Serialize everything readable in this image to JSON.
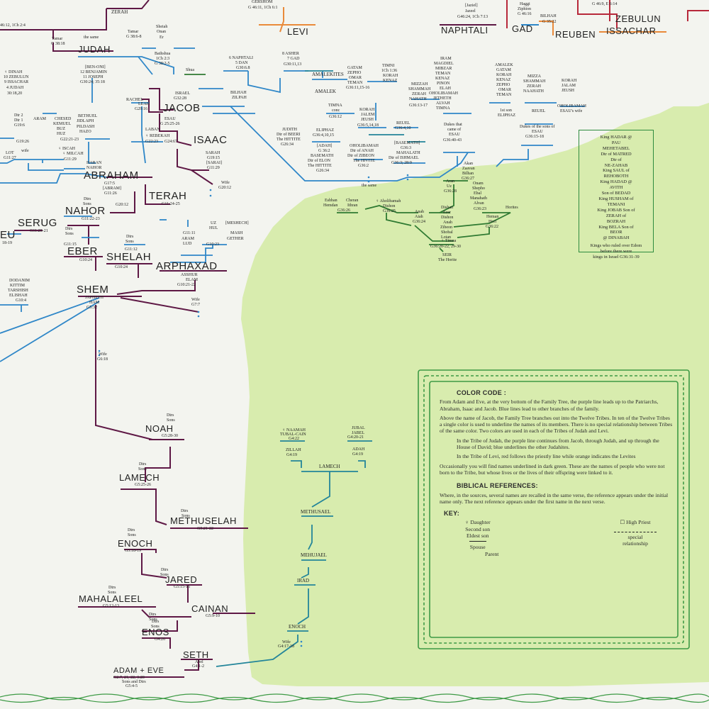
{
  "colors": {
    "background": "#f3f4ef",
    "green_region": "#d8ecae",
    "patriarch_purple": "#5e1845",
    "blue_line": "#2f87c8",
    "teal_line": "#23859a",
    "red_line": "#b7283a",
    "orange_line": "#e98a3a",
    "dark_green": "#2f7a32",
    "border_green": "#3d9a45"
  },
  "tribes_top": {
    "gershom": "GERSHOM",
    "gershom_ref": "G 46:11, 1Ch 6:1",
    "levi": "LEVI",
    "naphtali": "NAPHTALI",
    "naphtali_ref": "G46:24, 1Ch 7:13",
    "jaziel": "[Jaziel]",
    "jazeel": "Jazeel",
    "gad": "GAD",
    "haggi": "Haggi",
    "ziphion": "Ziphion",
    "gad_ref": "G 46:16",
    "bilhah_top": "BILHAH",
    "bilhah_ref": "G 35:22",
    "reuben": "REUBEN",
    "issachar": "ISSACHAR",
    "issachar_ref": "G 46:9, E 6:14",
    "zebulun": "ZEBULUN"
  },
  "judah_area": {
    "zerah": "ZERAH",
    "ref_1ch": "46:12, 1Ch 2:4",
    "tamar": "Tamar",
    "tamar2": "Tamar",
    "tamar_ref": "G 38:18",
    "same": "the same",
    "tamar_ref2": "G 38:6-8",
    "judah": "JUDAH",
    "sheiah": "Sheiah",
    "onan": "Onan",
    "er": "Er",
    "bathshua": "Bathshua",
    "bathshua_ref": "1Ch 2:3",
    "bathshua_ref2": "G 38:2-5",
    "shua": "Shua"
  },
  "sons_of_jacob": {
    "naphtali": "6 NAPHTALI",
    "dan": "5 DAN",
    "dan_ref": "G30:6.8",
    "asher": "8 ASHER",
    "gad": "7 GAD",
    "gad_ref": "G30:11,13",
    "benoni": "[BEN-ONI]",
    "benjamin": "12 BENJAMIN",
    "joseph": "11 JOSEPH",
    "joseph_ref": "G30:24; 35:18",
    "dinah": "♀ DINAH",
    "zebulun": "10 ZEBULUN",
    "issachar": "9 ISSACHAR",
    "judah": "4 JUDAH",
    "ref": "30:18,20"
  },
  "jacob_area": {
    "rachel": "RACHEL",
    "leah": "LEAH",
    "rachel_ref": "G29:16",
    "jacob": "JACOB",
    "israel": "ISRAEL",
    "israel_ref": "G32:28",
    "bilhah": "BILHAH",
    "zilpah": "ZILPAH",
    "esau": "ESAU",
    "esau_ref": "G 25:25-26",
    "laban": "LABAN",
    "rebekah": "♀ REBEKAH",
    "rebekah_ref": "G22:23",
    "rebekah_ref2": "G24:67",
    "isaac": "ISAAC",
    "sarah": "SARAH",
    "sarah_ref": "G19:15",
    "sarai": "[SARAI]",
    "sarai_ref": "G11:29",
    "judith": "JUDITH",
    "judith2": "Dtr of BEERI",
    "judith3": "The HITTITE",
    "judith_ref": "G26:34"
  },
  "nahor_sons": {
    "dtr2": "Dtr 2",
    "dtr1": "Dtr 1",
    "ref": "G19:6",
    "aram": "ARAM",
    "chesed": "CHESED",
    "kemuel": "KEMUEL",
    "buz": "BUZ",
    "huz": "HUZ",
    "bethuel": "BETHUEL",
    "jidlaph": "JIDLAPH",
    "pildash": "PILDASH",
    "hazo": "HAZO",
    "ref2": "G22:21-23",
    "g1926": "G19:26",
    "wife": "wife",
    "iscah": "♀ ISCAH",
    "milcah": "♀ MILCAH",
    "milcah_ref": "G11:29",
    "lot": "LOT",
    "lot_ref": "G11:27"
  },
  "abraham_area": {
    "haran": "HARAN",
    "nahor_small": "NAHOR",
    "abraham": "ABRAHAM",
    "abraham_ref": "G17:5",
    "abram": "[ABRAM]",
    "abram_ref": "G11:26",
    "wife": "Wife",
    "wife_ref": "G20:12",
    "terah": "TERAH",
    "terah_ref": "G11:24-25",
    "dtrs": "Dtrs",
    "sons": "Sons",
    "nahor": "NAHOR",
    "nahor_ref": "G20:12",
    "nahor_ref2": "G11:22-23",
    "serug": "SERUG",
    "serug_ref": "G11:20-21",
    "eu": "EU",
    "eu_ref": "18-19",
    "dtrs2": "Dtrs",
    "sons2": "Sons",
    "ref3": "G11:15",
    "dtrs3": "Dtrs",
    "sons3": "Sons",
    "ref4": "G11:12",
    "uz": "UZ",
    "hul": "HUL",
    "gether": "GETHER",
    "mash": "MASH",
    "meshech": "[MESHECH]",
    "lud": "LUD",
    "aram": "ARAM",
    "ref5": "G11:11",
    "ref6": "G10:23"
  },
  "shem_area": {
    "eber": "EBER",
    "eber_ref": "G10:24",
    "shelah": "SHELAH",
    "shelah_ref": "G10:24",
    "arphaxad": "ARPHAXAD",
    "asshur": "ASSHUR",
    "elam": "ELAM",
    "ref": "G10:21-22",
    "dodanim": "DODANIM",
    "kittim": "KITTIM",
    "tarshish": "TARSHISH",
    "elishah": "ELISHAH",
    "ref2": "G10:4",
    "shem": "SHEM",
    "japheth": "JAPHETH",
    "ham": "HAM",
    "shem_ref": "G5:32",
    "wife": "Wife",
    "wife_ref": "G7:7",
    "wife2": "Wife",
    "wife2_ref": "G6:18"
  },
  "adam_line": [
    {
      "name": "NOAH",
      "ref": "G5:28-30",
      "dtrs": "Dtrs",
      "sons": "Sons"
    },
    {
      "name": "LAMECH",
      "ref": "G5:25-26",
      "dtrs": "Dtrs",
      "sons": "Sons"
    },
    {
      "name": "METHUSELAH",
      "ref": "G5:21-22",
      "dtrs": "Dtrs",
      "sons": "Sons"
    },
    {
      "name": "ENOCH",
      "ref": "G5:18-19",
      "dtrs": "Dtrs",
      "sons": "Sons"
    },
    {
      "name": "JARED",
      "ref": "G5:15-16",
      "dtrs": "Dtrs",
      "sons": "Sons"
    },
    {
      "name": "MAHALALEEL",
      "ref": "G5:12-13",
      "dtrs": "Dtrs",
      "sons": "Sons"
    },
    {
      "name": "CAINAN",
      "ref": "G5:9-10",
      "dtrs": "Dtrs",
      "sons": "Sons"
    },
    {
      "name": "ENOS",
      "ref": "G4:26",
      "dtrs": "Dtrs",
      "sons": "Sons"
    },
    {
      "name": "SETH",
      "ref": "G4:1-2",
      "dtrs": "Abel",
      "sons": ""
    },
    {
      "name": "ADAM + EVE",
      "ref": "G2:7, 21, 22; 3:20",
      "dtrs": "",
      "sons": ""
    }
  ],
  "adam_extra": {
    "line1": "Sons and Dtrs",
    "line2": "G5:4-5"
  },
  "cain_line": {
    "naamah": "♀ NAAMAH",
    "tubalcain": "TUBAL-CAIN",
    "ref1": "G4:22",
    "jubal": "JUBAL",
    "jabel": "JABEL",
    "ref2": "G4:20-21",
    "zillah": "ZILLAH",
    "zillah_ref": "G4:19",
    "adah": "ADAH",
    "adah_ref": "G4:19",
    "lamech": "LAMECH",
    "methusael": "METHUSAEL",
    "mehujael": "MEHUJAEL",
    "irad": "IRAD",
    "enoch": "ENOCH",
    "wife": "Wife",
    "wife_ref": "G4:17-18"
  },
  "esau_area": {
    "amalekites": "AMALEKITES",
    "amalek": "AMALEK",
    "gatam": "GATAM",
    "zepho": "ZEPHO",
    "omar": "OMAR",
    "teman": "TEMAN",
    "timni": "TIMNI",
    "ich": "1Ch 1:36",
    "korah": "KORAH",
    "kenaz": "KENAZ",
    "ref1": "G36:11,15-16",
    "mizzah": "MIZZAH",
    "shammah": "SHAMMAH",
    "zerah": "ZERAH",
    "nahath": "NAHATH",
    "ref2": "G36:13-17",
    "timna": "TIMNA",
    "conc": "conc",
    "ref3": "G36:12",
    "korah2": "KORAH",
    "jalem": "JALEM",
    "jeush": "JEUSH",
    "ref4": "G36:5,14,18",
    "reuel": "REUEL",
    "reuel_ref": "G36:4,10",
    "eliphaz": "ELIPHAZ",
    "eliphaz_ref": "G36:4,10,15",
    "adah": "[ADAH]",
    "adah_ref": "G 36:2",
    "basemath": "BASEMATH",
    "dtr_elon": "Dtr of ELON",
    "hittite": "The HITTITE",
    "ref5": "G26:34",
    "oholibamah": "OHOLIBAMAH",
    "dtr_anah": "Dtr of ANAH",
    "dtr_zibeon": "Dtr of ZIBEON",
    "hivite": "The HIVITE",
    "ref6": "G36:2",
    "basemath2": "[BASEMATH]",
    "ref7": "G36:3",
    "mahalath": "MAHALATH",
    "dtr_ishmael": "Dtr of ISHMAEL",
    "ref8": "G36:3; 28:9",
    "same": "the same",
    "iram": "IRAM",
    "magdiel": "MAGDIEL",
    "mibzar": "MIBZAR",
    "teman2": "TEMAN",
    "kenaz2": "KENAZ",
    "pinon": "PINON",
    "elah": "ELAH",
    "oholibamah2": "OHOLIBAMAH",
    "jetheth": "JETHETH",
    "alvah": "ALVAH",
    "timna2": "TIMNA",
    "dukes": "Dukes that",
    "came_of": "came of",
    "esau": "ESAU",
    "ref9": "G36:40-43",
    "amalek2": "AMALEK",
    "gatam2": "GATAM",
    "korah3": "KORAH",
    "kenaz3": "KENAZ",
    "zepho2": "ZEPHO",
    "omar2": "OMAR",
    "teman3": "TEMAN",
    "first_son": "1st son",
    "eliphaz2": "ELIPHAZ",
    "mizza": "MIZZA",
    "shammah2": "SHAMMAH",
    "zerah2": "ZERAH",
    "naahath": "NAAHATH",
    "reuel2": "REUEL",
    "korah4": "KORAH",
    "jalam": "JALAM",
    "jeush2": "JEUSH",
    "oholibamah3": "OHOLIBAMAH",
    "esau_wife": "ESAU's wife",
    "dukes_sons": "Dukes of the sons of",
    "esau2": "ESAU",
    "ref10": "G36:15-18"
  },
  "horites": {
    "akan": "Akan",
    "zaavan": "Zaavan",
    "bilhan": "Bilhan",
    "ref1": "G36:27",
    "aran": "Aran",
    "uz": "Uz",
    "ref2": "G36:28",
    "eshban": "Eshban",
    "hemdan": "Hemdan",
    "cheran": "Cheran",
    "ithran": "Ithran",
    "ref3": "G36:26",
    "aholibamah": "♀ Aholibamah",
    "dishon": "Dishon",
    "ref4": "G36:25",
    "anah": "Anah",
    "aiah": "Aiah",
    "ref5": "G36:24",
    "dishan": "Dishan",
    "ezer": "Ezer",
    "dishon2": "Dishon",
    "anah2": "Anah",
    "zibeon": "Zibeon",
    "shobal": "Shobal",
    "lotan": "Lotan",
    "timna": "♀ Timna",
    "ref6": "G36:20-22, 29-30",
    "onam": "Onam",
    "shepho": "Shepho",
    "ebal": "Ebal",
    "manahath": "Manahath",
    "alvan": "Alvan",
    "ref7": "G36:23",
    "heman": "Heman",
    "hori": "Hori",
    "ref8": "G36:22",
    "horites": "Horites",
    "seir": "SEIR",
    "horite": "The Horite"
  },
  "kings": [
    "King HADAR @",
    "PAU",
    "MEHETABEL",
    "Dtr of MATRED",
    "Dtr of",
    "NE-ZAHAB",
    "King SAUL of",
    "REHOBOTH",
    "King HADAD @",
    "AVITH",
    "Son of BEDAD",
    "King HUSHAM of",
    "TEMANI",
    "King JOBAB Son of",
    "ZERAH of",
    "BOZRAH",
    "King BELA Son of",
    "BEOR",
    "@ DINABAH",
    "",
    "Kings who ruled over Edom",
    "before there were",
    "kings in Israel G36:31-39"
  ],
  "key_panel": {
    "color_code_title": "COLOR CODE :",
    "p1": "From Adam and Eve, at the very bottom of the Family Tree, the purple line leads up to the Patriarchs, Abraham, Isaac and Jacob. Blue lines lead to other branches of the family.",
    "p2": "Above the name of Jacob, the Family Tree branches out into the Twelve Tribes. In ten of the Twelve Tribes a single color is used to underline the names of its members. There is no special relationship between Tribes of the same color. Two colors are used in each of the Tribes of Judah and Levi.",
    "p3": "In the Tribe of Judah, the purple line continues from Jacob, through Judah, and up through the House of David; blue underlines the other Judahites.",
    "p4": "In the Tribe of Levi, red follows the priestly line while orange indicates the Levites",
    "p5": "Occasionally you will find names underlined in dark green. These are the names of people who were not born to the Tribe, but whose lives or the lives of their offspring were linked to it.",
    "refs_title": "BIBLICAL REFERENCES:",
    "p6": "Where, in the sources, several names are recalled in the same verse, the reference appears under the initial name only. The next reference appears under the first name in the next verse.",
    "key_title": "KEY:",
    "daughter": "♀ Daughter",
    "second_son": "Second son",
    "eldest_son": "Eldest son",
    "high_priest": "☐ High Priest",
    "spouse": "Spouse",
    "special": "special",
    "relationship": "relationship",
    "parent": "Parent"
  }
}
